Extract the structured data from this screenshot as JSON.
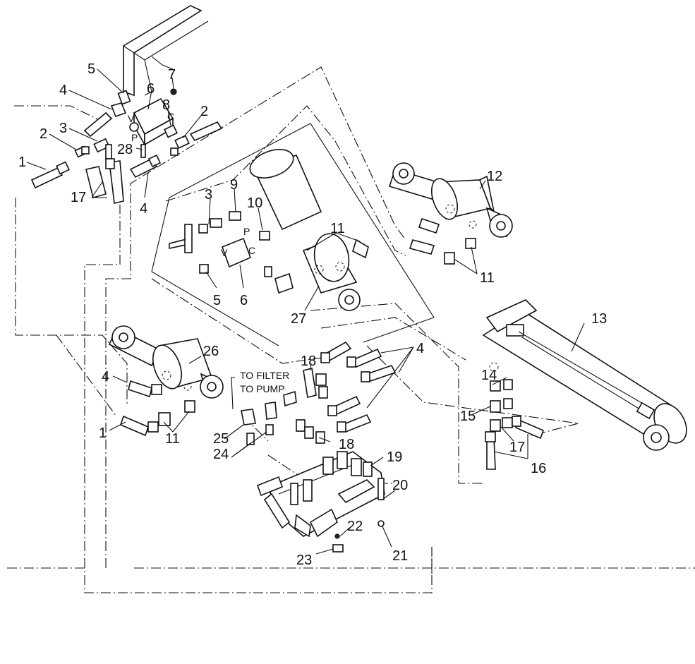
{
  "callouts": {
    "c1a": "1",
    "c1b": "1",
    "c2a": "2",
    "c2b": "2",
    "c3a": "3",
    "c3b": "3",
    "c4a": "4",
    "c4b": "4",
    "c4c": "4",
    "c4d": "4",
    "c5a": "5",
    "c5b": "5",
    "c6a": "6",
    "c6b": "6",
    "c7": "7",
    "c8": "8",
    "c9": "9",
    "c10": "10",
    "c11a": "11",
    "c11b": "11",
    "c11c": "11",
    "c12": "12",
    "c13": "13",
    "c14": "14",
    "c15": "15",
    "c16": "16",
    "c17a": "17",
    "c17b": "17",
    "c18a": "18",
    "c18b": "18",
    "c19": "19",
    "c20": "20",
    "c21": "21",
    "c22": "22",
    "c23": "23",
    "c24": "24",
    "c25": "25",
    "c26": "26",
    "c27": "27",
    "c28": "28"
  },
  "port_labels": {
    "v_top": "V",
    "p_top": "P",
    "c_top": "C",
    "v_mid": "V",
    "p_mid": "P",
    "c_mid": "C"
  },
  "notes": {
    "to_filter": "TO FILTER",
    "to_pump": "TO PUMP"
  }
}
